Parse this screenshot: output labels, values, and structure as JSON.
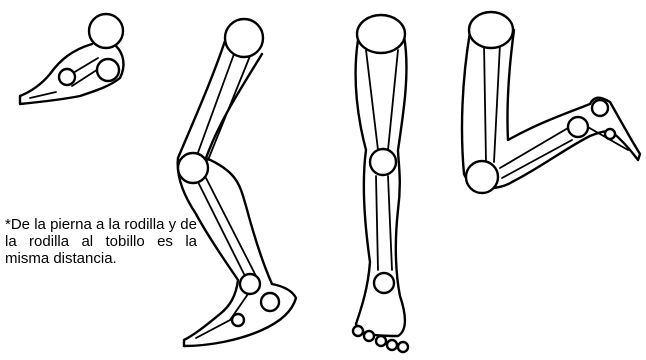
{
  "diagram": {
    "note": "*De la pierna a la rodilla y de la rodilla al tobillo es la misma distancia.",
    "figures": [
      {
        "name": "foreshortened-leg",
        "description_icon": "leg-foreshortened-icon"
      },
      {
        "name": "side-walking-leg",
        "description_icon": "leg-side-icon"
      },
      {
        "name": "front-straight-leg",
        "description_icon": "leg-front-icon"
      },
      {
        "name": "bent-knee-leg",
        "description_icon": "leg-bent-icon"
      }
    ]
  }
}
